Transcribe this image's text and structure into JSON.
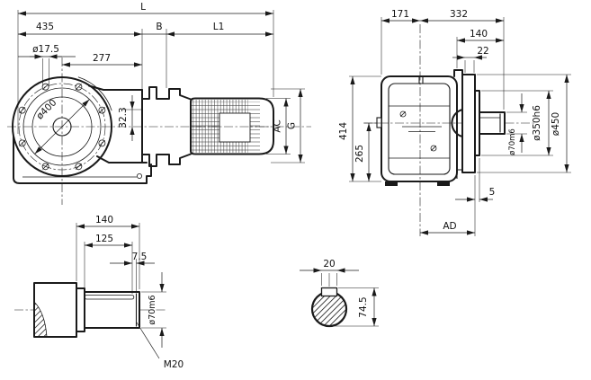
{
  "colors": {
    "background": "#ffffff",
    "line": "#1a1a1a"
  },
  "views": {
    "side": {
      "dims": {
        "L": "L",
        "len435": "435",
        "B": "B",
        "L1": "L1",
        "dia17_5": "ø17.5",
        "len277": "277",
        "dia400": "ø400",
        "h32_3": "32.3",
        "AC": "AC",
        "G": "G"
      }
    },
    "front": {
      "dims": {
        "len171": "171",
        "len332": "332",
        "len140": "140",
        "len22": "22",
        "h414": "414",
        "h265": "265",
        "dia70": "ø70m6",
        "dia350": "ø350h6",
        "dia450": "ø450",
        "gap5": "5",
        "AD": "AD"
      }
    },
    "shaft": {
      "dims": {
        "len140": "140",
        "len125": "125",
        "len7_5": "7.5",
        "dia70": "ø70m6",
        "thread": "M20"
      }
    },
    "key": {
      "dims": {
        "width20": "20",
        "height74_5": "74.5"
      }
    }
  }
}
